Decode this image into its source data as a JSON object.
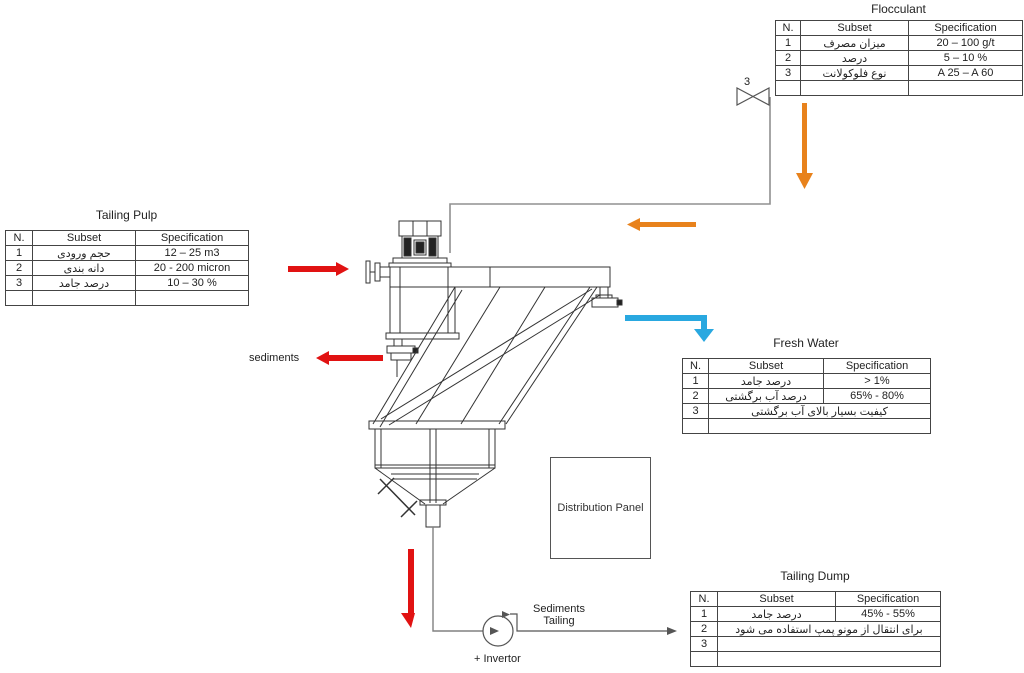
{
  "diagram": {
    "labels": {
      "sediments": "sediments",
      "sediments_tailing_line1": "Sediments",
      "sediments_tailing_line2": "Tailing",
      "invertor": "+ Invertor",
      "distribution_panel": "Distribution Panel",
      "valve_number": "3"
    },
    "colors": {
      "red_arrow": "#e11212",
      "orange_arrow": "#e8821c",
      "blue_arrow": "#29a8e0",
      "pipe_gray": "#909090"
    }
  },
  "tables": {
    "flocculant": {
      "title": "Flocculant",
      "headers": {
        "n": "N.",
        "subset": "Subset",
        "spec": "Specification"
      },
      "rows": [
        {
          "n": "1",
          "subset": "ميزان مصرف",
          "spec": "20 – 100 g/t"
        },
        {
          "n": "2",
          "subset": "درصد",
          "spec": "5 – 10 %"
        },
        {
          "n": "3",
          "subset": "نوع فلوكولانت",
          "spec": "A 25 – A 60"
        },
        {
          "n": "",
          "subset": "",
          "spec": ""
        }
      ]
    },
    "tailing_pulp": {
      "title": "Tailing Pulp",
      "headers": {
        "n": "N.",
        "subset": "Subset",
        "spec": "Specification"
      },
      "rows": [
        {
          "n": "1",
          "subset": "حجم ورودی",
          "spec": "12 – 25 m3"
        },
        {
          "n": "2",
          "subset": "دانه بندی",
          "spec": "20 - 200 micron"
        },
        {
          "n": "3",
          "subset": "درصد جامد",
          "spec": "10 – 30 %"
        },
        {
          "n": "",
          "subset": "",
          "spec": ""
        }
      ]
    },
    "fresh_water": {
      "title": "Fresh Water",
      "headers": {
        "n": "N.",
        "subset": "Subset",
        "spec": "Specification"
      },
      "rows": [
        {
          "n": "1",
          "subset": "درصد جامد",
          "spec": "> 1%"
        },
        {
          "n": "2",
          "subset": "درصد آب برگشتی",
          "spec": "65% - 80%"
        },
        {
          "n": "3",
          "merged": "كيفيت بسيار بالای آب برگشتی"
        },
        {
          "n": "",
          "merged": ""
        }
      ]
    },
    "tailing_dump": {
      "title": "Tailing Dump",
      "headers": {
        "n": "N.",
        "subset": "Subset",
        "spec": "Specification"
      },
      "rows": [
        {
          "n": "1",
          "subset": "درصد جامد",
          "spec": "45% - 55%"
        },
        {
          "n": "2",
          "merged": "برای انتقال از مونو پمپ استفاده می شود"
        },
        {
          "n": "3",
          "merged": ""
        },
        {
          "n": "",
          "merged": ""
        }
      ]
    }
  }
}
